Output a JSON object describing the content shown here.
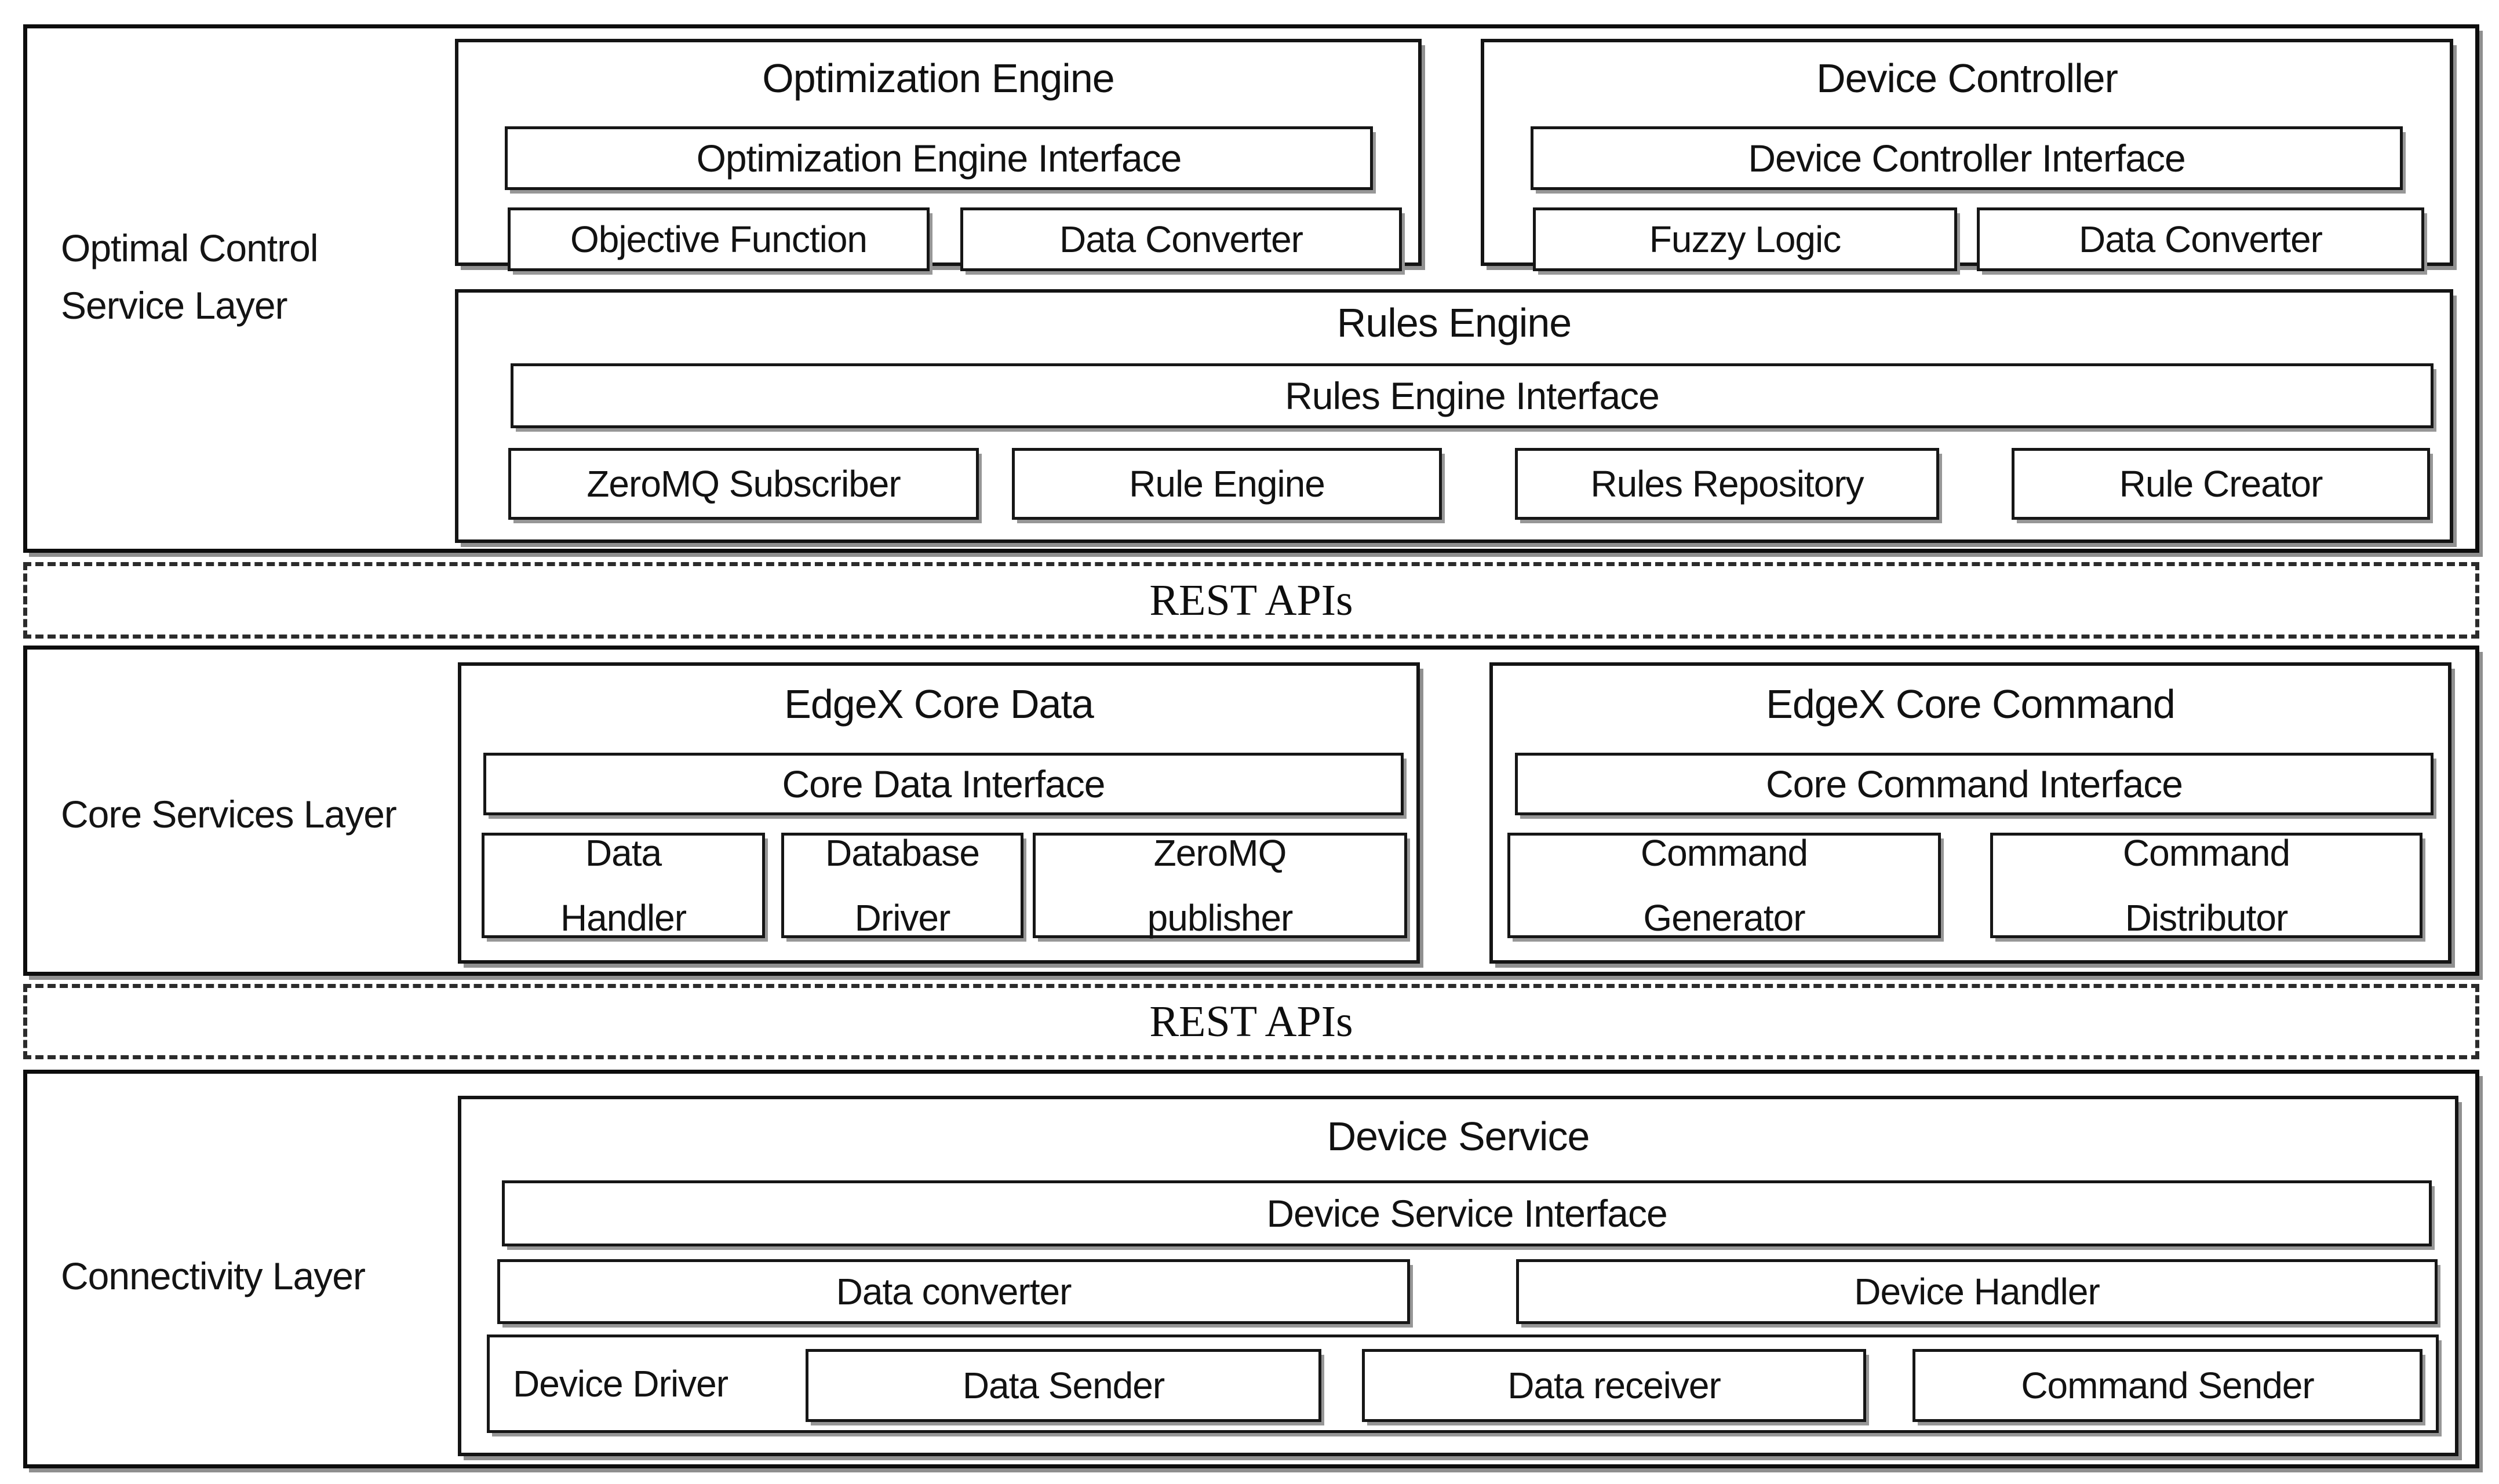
{
  "layers": {
    "optimal_control": {
      "label": "Optimal Control Service Layer",
      "optimization_engine": {
        "title": "Optimization Engine",
        "interface": "Optimization Engine Interface",
        "modules": [
          "Objective Function",
          "Data Converter"
        ]
      },
      "device_controller": {
        "title": "Device Controller",
        "interface": "Device Controller Interface",
        "modules": [
          "Fuzzy Logic",
          "Data Converter"
        ]
      },
      "rules_engine": {
        "title": "Rules Engine",
        "interface": "Rules Engine Interface",
        "modules": [
          "ZeroMQ Subscriber",
          "Rule Engine",
          "Rules Repository",
          "Rule Creator"
        ]
      }
    },
    "core_services": {
      "label": "Core Services Layer",
      "edgex_core_data": {
        "title": "EdgeX Core Data",
        "interface": "Core Data Interface",
        "modules": [
          "Data Handler",
          "Database Driver",
          "ZeroMQ publisher"
        ]
      },
      "edgex_core_command": {
        "title": "EdgeX Core Command",
        "interface": "Core Command Interface",
        "modules": [
          "Command Generator",
          "Command Distributor"
        ]
      }
    },
    "connectivity": {
      "label": "Connectivity Layer",
      "device_service": {
        "title": "Device Service",
        "interface": "Device Service Interface",
        "modules": [
          "Data converter",
          "Device Handler"
        ],
        "device_driver": {
          "label": "Device Driver",
          "modules": [
            "Data Sender",
            "Data receiver",
            "Command Sender"
          ]
        }
      }
    }
  },
  "bands": {
    "rest_apis_top": "REST APIs",
    "rest_apis_bottom": "REST APIs"
  },
  "colors": {
    "border": "#0d0d0d",
    "shadow": "#8f8f8f",
    "background": "#ffffff",
    "text": "#121212"
  }
}
